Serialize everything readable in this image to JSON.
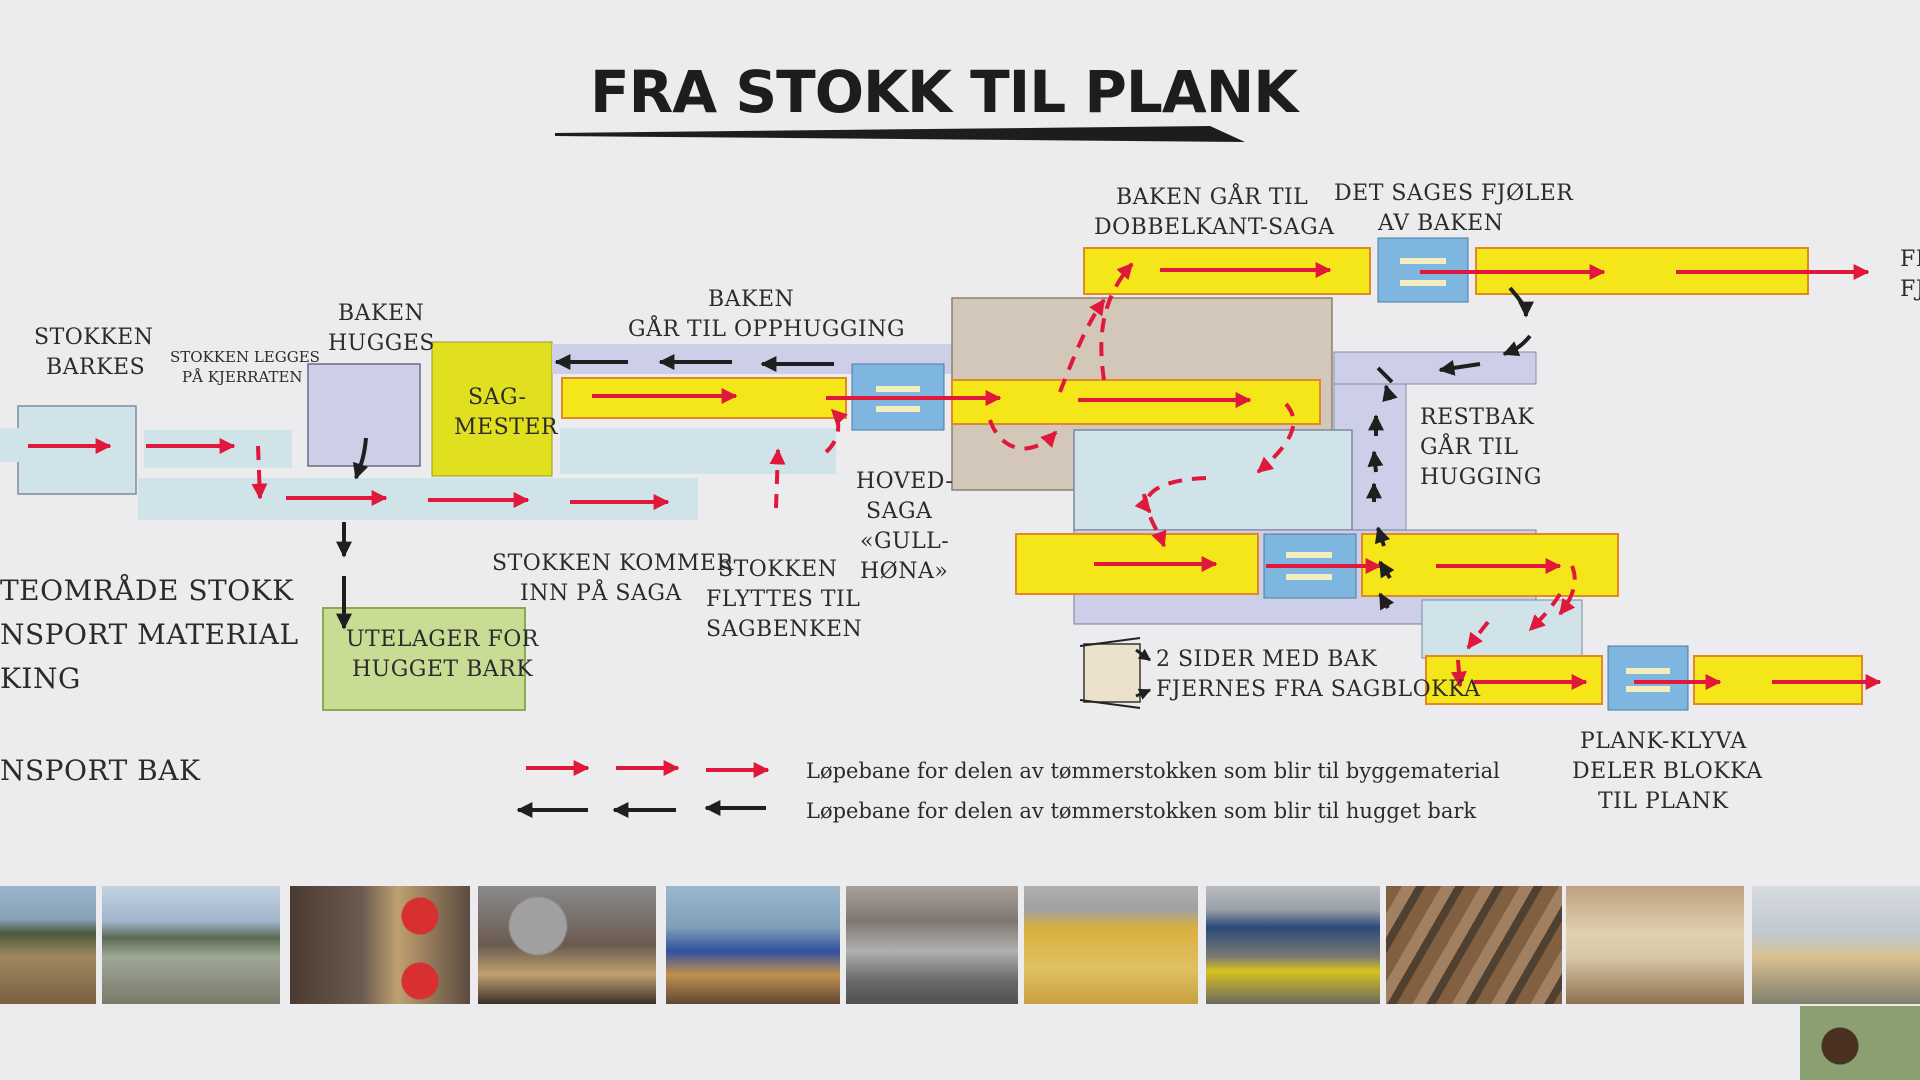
{
  "title": "FRA STOKK TIL PLANK",
  "colors": {
    "background": "#ececee",
    "conveyor": "#cdcfe8",
    "conveyor_cyan": "#cfe3e8",
    "log_yellow": "#f5e619",
    "log_border": "#e08a25",
    "saw_blue": "#7fb6e0",
    "saw_line": "#f3eec0",
    "building": "#d3c7ba",
    "sagmester": "#e0e020",
    "storage_green": "#c8dc94",
    "arrow_red": "#e0183c",
    "arrow_black": "#1f1f1f"
  },
  "labels": {
    "stokken_barkes": [
      "STOKKEN",
      "BARKES"
    ],
    "stokken_legges": [
      "STOKKEN LEGGES",
      "PÅ KJERRATEN"
    ],
    "baken_hugges": [
      "BAKEN",
      "HUGGES"
    ],
    "sagmester": [
      "SAG-",
      "MESTER"
    ],
    "baken_opphugging": [
      "BAKEN",
      "GÅR TIL OPPHUGGING"
    ],
    "baken_dobbelkant": [
      "BAKEN GÅR TIL",
      "DOBBELKANT-SAGA"
    ],
    "det_sages": [
      "DET SAGES FJØLER",
      "AV BAKEN"
    ],
    "right_edge": [
      "FE",
      "FJ"
    ],
    "restbak": [
      "RESTBAK",
      "GÅR TIL",
      "HUGGING"
    ],
    "hovedsaga": [
      "HOVED-",
      "SAGA",
      "«GULL-",
      "HØNA»"
    ],
    "stokken_kommer": [
      "STOKKEN KOMMER",
      "INN PÅ SAGA"
    ],
    "stokken_flyttes": [
      "STOKKEN",
      "FLYTTES TIL",
      "SAGBENKEN"
    ],
    "utelager": [
      "UTELAGER FOR",
      "HUGGET BARK"
    ],
    "sider_med_bak": [
      "2 SIDER MED BAK",
      "FJERNES FRA SAGBLOKKA"
    ],
    "plank_klyva": [
      "PLANK-KLYVA",
      "DELER BLOKKA",
      "TIL PLANK"
    ],
    "left_column": [
      "TEOMRÅDE STOKK",
      "NSPORT MATERIAL",
      "KING",
      "NSPORT BAK"
    ]
  },
  "legend": [
    {
      "color": "red",
      "text": "Løpebane for delen av tømmerstokken som blir til byggematerial"
    },
    {
      "color": "black",
      "text": "Løpebane for delen av tømmerstokken som blir til hugget bark"
    }
  ],
  "photos": [
    {
      "name": "photo-log-yard",
      "colors": [
        "#7fa0c0",
        "#4a5a3a",
        "#a08860"
      ]
    },
    {
      "name": "photo-loader-lake",
      "colors": [
        "#9fb4cc",
        "#6a6a50",
        "#d8c060"
      ]
    },
    {
      "name": "photo-debarker",
      "colors": [
        "#5a4a40",
        "#c83030",
        "#b09070"
      ]
    },
    {
      "name": "photo-log-carriage",
      "colors": [
        "#6a5a50",
        "#8a8a8a",
        "#c0a070"
      ]
    },
    {
      "name": "photo-saw-operator",
      "colors": [
        "#80a0b8",
        "#3050a0",
        "#c09050"
      ]
    },
    {
      "name": "photo-saw-line",
      "colors": [
        "#807870",
        "#b0b0b0",
        "#6a6a6a"
      ]
    },
    {
      "name": "photo-wood-chips",
      "colors": [
        "#a0a0a0",
        "#d8b040",
        "#e0c060"
      ]
    },
    {
      "name": "photo-sawmill-yard",
      "colors": [
        "#7a7a70",
        "#2a4a7a",
        "#d8c020"
      ]
    },
    {
      "name": "photo-plank-conveyor",
      "colors": [
        "#806040",
        "#a08060",
        "#504030"
      ]
    },
    {
      "name": "photo-workshop",
      "colors": [
        "#c0a080",
        "#e0d0b0",
        "#907050"
      ]
    },
    {
      "name": "photo-roof-trusses",
      "colors": [
        "#c0c8d0",
        "#d8c090",
        "#808070"
      ]
    }
  ]
}
